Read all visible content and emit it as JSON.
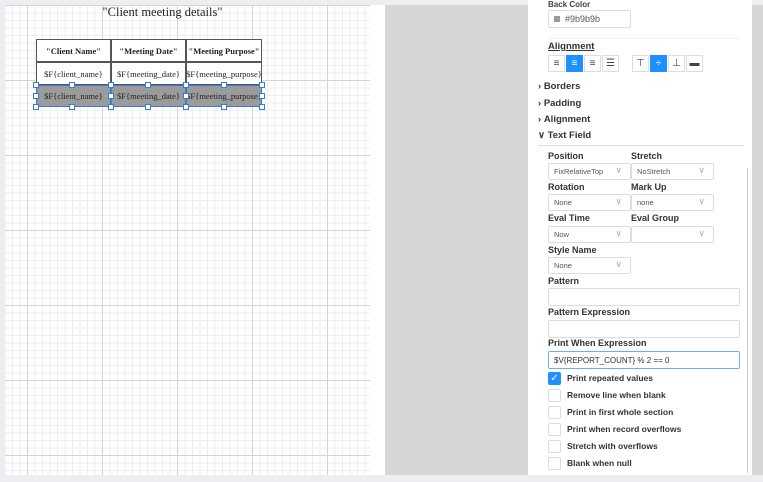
{
  "report": {
    "title": "\"Client meeting details\"",
    "headers": [
      "\"Client Name\"",
      "\"Meeting Date\"",
      "\"Meeting Purpose\""
    ],
    "row1": [
      "$F{client_name}",
      "$F{meeting_date}",
      "$F{meeting_purpose}"
    ],
    "row2": [
      "$F{client_name}",
      "$F{meeting_date}",
      "$F{meeting_purpose}"
    ]
  },
  "panel": {
    "back_color_label": "Back Color",
    "back_color": "#9b9b9b",
    "alignment_label": "Alignment",
    "sections": [
      "Borders",
      "Padding",
      "Alignment",
      "Text Field"
    ],
    "position_label": "Position",
    "position": "FixRelativeTop",
    "stretch_label": "Stretch",
    "stretch": "NoStretch",
    "rotation_label": "Rotation",
    "rotation": "None",
    "markup_label": "Mark Up",
    "markup": "none",
    "eval_time_label": "Eval Time",
    "eval_time": "Now",
    "eval_group_label": "Eval Group",
    "eval_group": "",
    "style_name_label": "Style Name",
    "style_name": "None",
    "pattern_label": "Pattern",
    "pattern": "",
    "pattern_expression_label": "Pattern Expression",
    "pattern_expression": "",
    "print_when_label": "Print When Expression",
    "print_when": "$V{REPORT_COUNT} % 2 == 0",
    "checkboxes": [
      {
        "label": "Print repeated values",
        "checked": true
      },
      {
        "label": "Remove line when blank",
        "checked": false
      },
      {
        "label": "Print in first whole section",
        "checked": false
      },
      {
        "label": "Print when record overflows",
        "checked": false
      },
      {
        "label": "Stretch with overflows",
        "checked": false
      },
      {
        "label": "Blank when null",
        "checked": false
      }
    ],
    "accent": "#1e90ff"
  }
}
